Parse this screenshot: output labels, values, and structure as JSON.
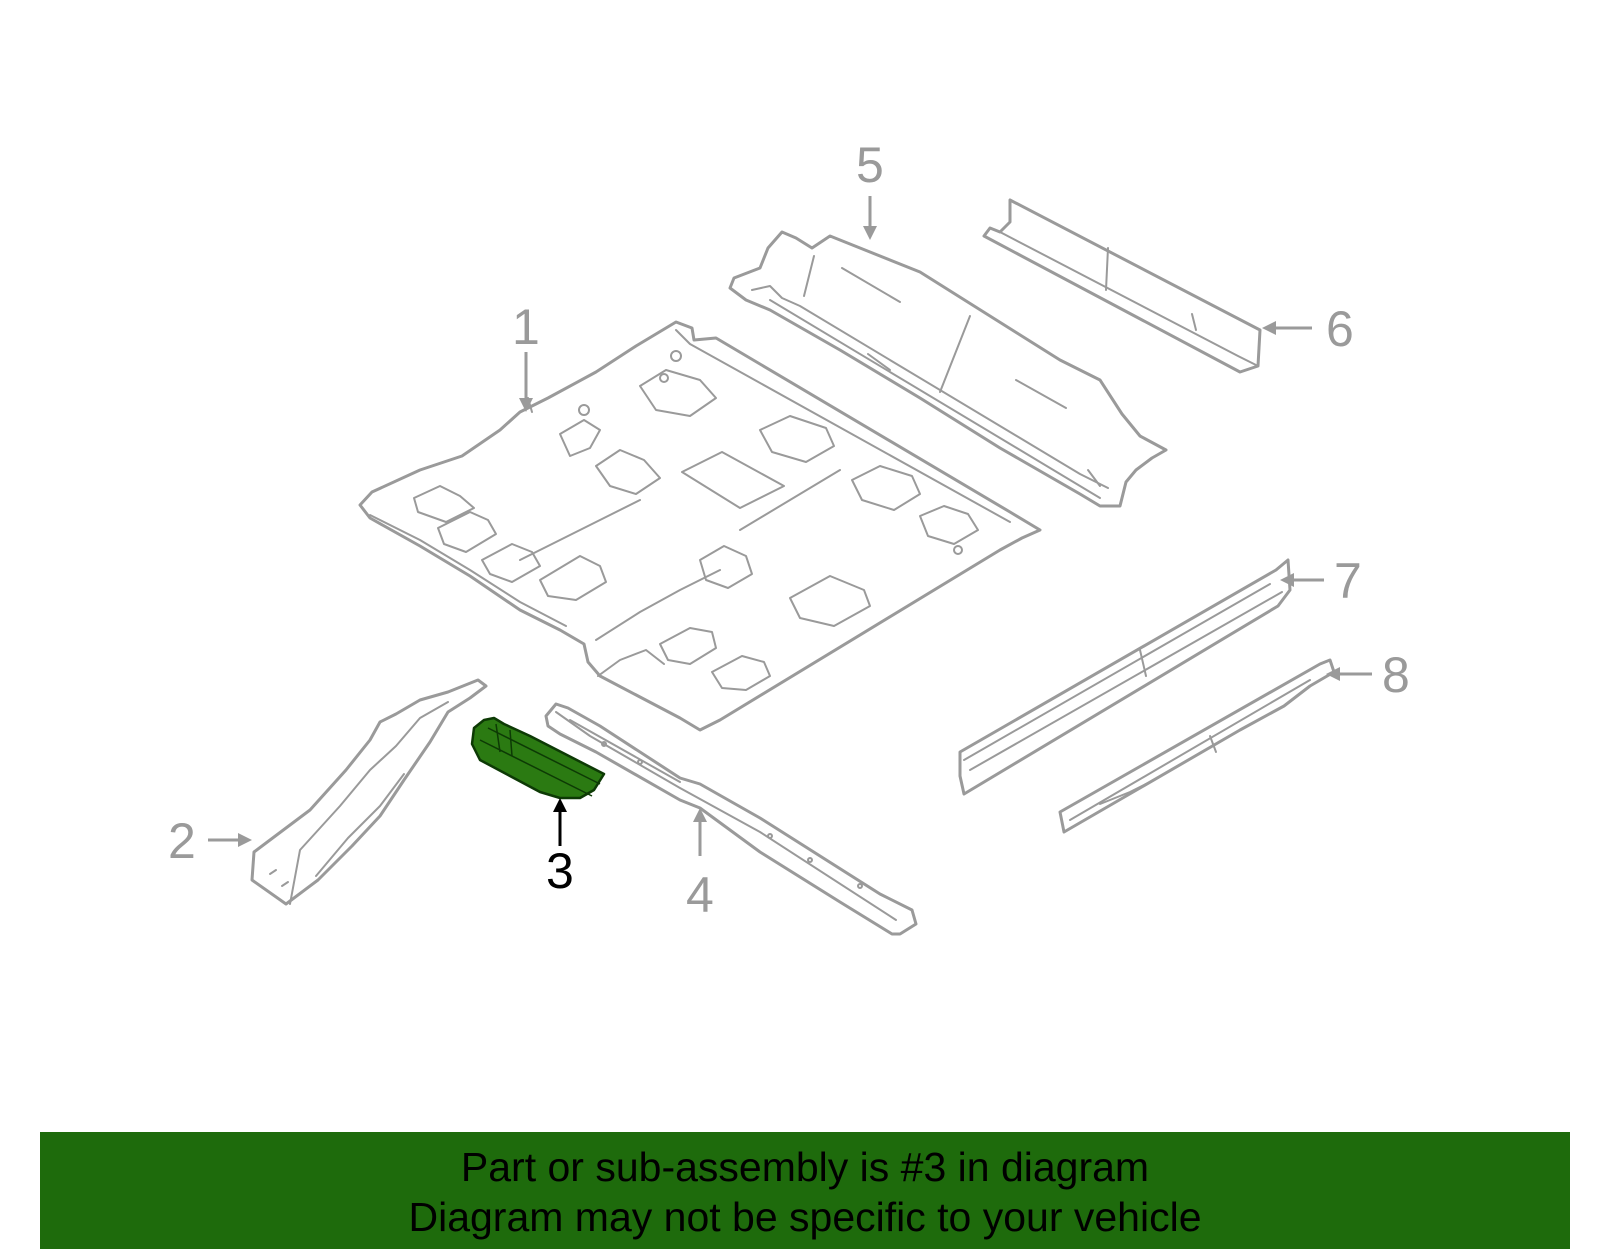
{
  "diagram": {
    "highlight_color": "#2b7a12",
    "line_color": "#9a9a9a",
    "callouts": [
      {
        "id": "1",
        "label": "1",
        "active": false
      },
      {
        "id": "2",
        "label": "2",
        "active": false
      },
      {
        "id": "3",
        "label": "3",
        "active": true
      },
      {
        "id": "4",
        "label": "4",
        "active": false
      },
      {
        "id": "5",
        "label": "5",
        "active": false
      },
      {
        "id": "6",
        "label": "6",
        "active": false
      },
      {
        "id": "7",
        "label": "7",
        "active": false
      },
      {
        "id": "8",
        "label": "8",
        "active": false
      }
    ]
  },
  "banner": {
    "background": "#1e6b0c",
    "line1": "Part or sub-assembly is #3 in diagram",
    "line2": "Diagram may not be specific to your vehicle"
  }
}
